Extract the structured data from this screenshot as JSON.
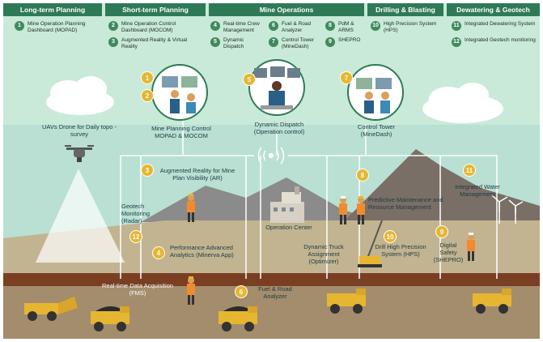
{
  "headers": [
    {
      "title": "Long-term Planning"
    },
    {
      "title": "Short-term Planning"
    },
    {
      "title": "Mine Operations"
    },
    {
      "title": "Drilling & Blasting"
    },
    {
      "title": "Dewatering & Geotech"
    }
  ],
  "items": [
    {
      "num": "1",
      "text": "Mine Operation Planning Dashboard (MOPAD)"
    },
    {
      "num": "2",
      "text": "Mine Operation Control Dashboard (MOCOM)"
    },
    {
      "num": "3",
      "text": "Augmented Reality & Virtual Reality"
    },
    {
      "num": "4",
      "text": "Real-time Crew Management"
    },
    {
      "num": "5",
      "text": "Dynamic Dispatch"
    },
    {
      "num": "6",
      "text": "Fuel & Road Analyzer"
    },
    {
      "num": "7",
      "text": "Control Tower (MineDash)"
    },
    {
      "num": "8",
      "text": "PdM & ARMS"
    },
    {
      "num": "9",
      "text": "SHEPRO"
    },
    {
      "num": "10",
      "text": "High Precision System (HPS)"
    },
    {
      "num": "11",
      "text": "Integrated Dewatering System"
    },
    {
      "num": "12",
      "text": "Integrated Geotech monitoring"
    }
  ],
  "scene": {
    "uav": "UAVs Drone for Daily topo - survey",
    "mine_planning": "Mine Planning Control MOPAD & MOCOM",
    "dynamic_dispatch": "Dynamic Dispatch (Operation control)",
    "control_tower": "Control Tower (MineDash)",
    "ar": "Augmented Reality for Mine Plan Visibility (AR)",
    "geotech": "Geotech Monitoring (Radar)",
    "operation_center": "Operation Center",
    "predictive": "Predictive Maintenance and Resource Management",
    "water": "Integrated Water Management",
    "performance": "Performance Advanced Analytics (Minerva App)",
    "truck_assignment": "Dynamic Truck Assignment (Optimizer)",
    "drill_hps": "Drill High Precision System (HPS)",
    "digital_safety": "Digital Safety (SHEPRO)",
    "fms": "Real-time Data Acquisition (FMS)",
    "fuel_road": "Fuel & Road Analyzer"
  },
  "badges": [
    "1",
    "2",
    "5",
    "7",
    "3",
    "8",
    "11",
    "12",
    "4",
    "10",
    "9",
    "6"
  ],
  "colors": {
    "header": "#2e7a57",
    "item_number": "#3f8a5e",
    "badge": "#e7b631",
    "sky": "#c9ead8",
    "ground": "#c2b490",
    "soil": "#7a3f23",
    "pit": "#a38d6c"
  }
}
